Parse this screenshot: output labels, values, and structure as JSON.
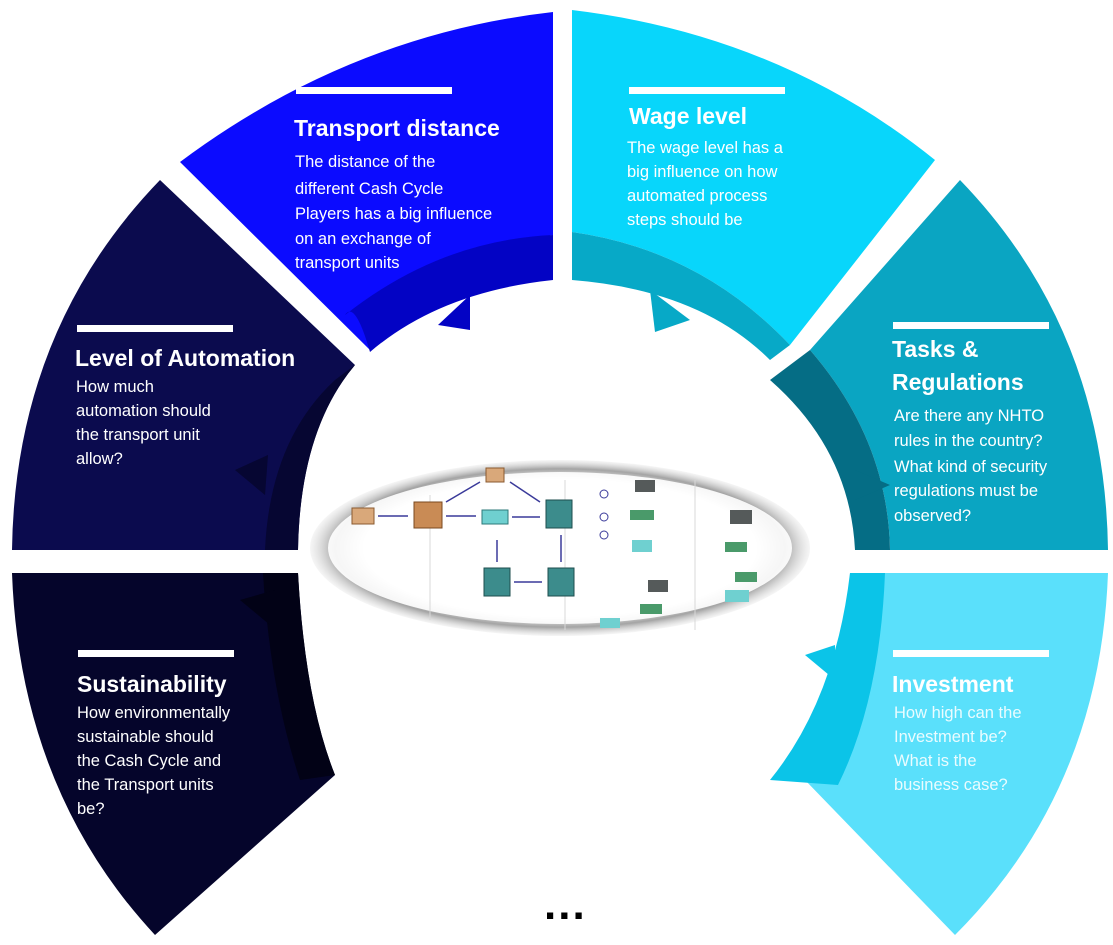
{
  "segments": [
    {
      "id": "transport-distance",
      "title": "Transport distance",
      "lines": [
        "The distance of the",
        "different Cash Cycle",
        "Players has a big influence",
        "on an exchange of",
        "transport units"
      ],
      "color": "#0b0bff"
    },
    {
      "id": "wage-level",
      "title": "Wage level",
      "lines": [
        "The wage level has a",
        "big influence on how",
        "automated process",
        "steps should be"
      ],
      "color": "#08d6fb"
    },
    {
      "id": "level-of-automation",
      "title": "Level of Automation",
      "lines": [
        "How much",
        "automation should",
        "the transport unit",
        "allow?"
      ],
      "color": "#0b0b4e"
    },
    {
      "id": "tasks-regulations",
      "title_lines": [
        "Tasks &",
        "Regulations"
      ],
      "lines": [
        "Are there any NHTO",
        "rules in the country?",
        "What kind of security",
        "regulations must be",
        "observed?"
      ],
      "color": "#0aa5c2"
    },
    {
      "id": "sustainability",
      "title": "Sustainability",
      "lines": [
        "How environmentally",
        "sustainable should",
        "the Cash Cycle and",
        "the Transport units",
        "be?"
      ],
      "color": "#05052b"
    },
    {
      "id": "investment",
      "title": "Investment",
      "lines": [
        "How high can the",
        "Investment be?",
        "What is the",
        "business case?"
      ],
      "color": "#5ae0fb"
    }
  ],
  "footer": {
    "ellipsis": "..."
  }
}
